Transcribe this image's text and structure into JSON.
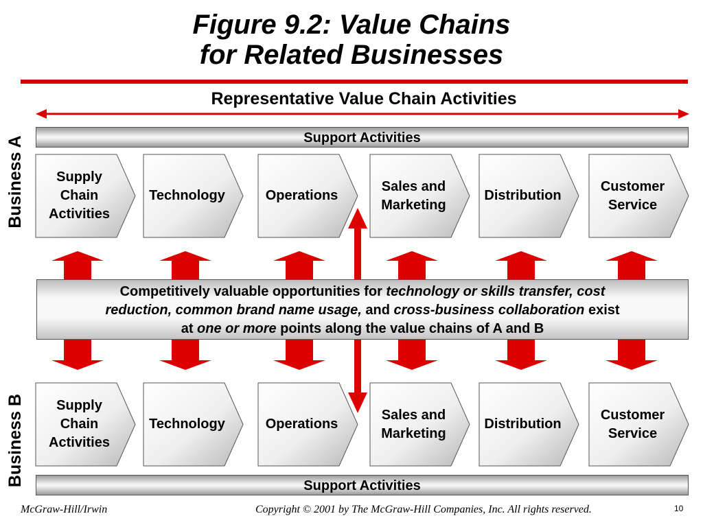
{
  "title": {
    "line1": "Figure  9.2:  Value  Chains",
    "line2": "for  Related  Businesses"
  },
  "subtitle": "Representative Value Chain Activities",
  "business_a_label": "Business A",
  "business_b_label": "Business B",
  "support_label": "Support Activities",
  "activities": [
    {
      "name": "supply-chain",
      "lines": [
        "Supply",
        "Chain",
        "Activities"
      ]
    },
    {
      "name": "technology",
      "lines": [
        "Technology"
      ]
    },
    {
      "name": "operations",
      "lines": [
        "Operations"
      ]
    },
    {
      "name": "sales-marketing",
      "lines": [
        "Sales and",
        "Marketing"
      ]
    },
    {
      "name": "distribution",
      "lines": [
        "Distribution"
      ]
    },
    {
      "name": "customer-service",
      "lines": [
        "Customer",
        "Service"
      ]
    }
  ],
  "center_text": {
    "l1_a": "Competitively valuable opportunities for ",
    "l1_b": "technology or skills transfer, cost",
    "l2_a": "reduction, common brand name usage,",
    "l2_b": " and ",
    "l2_c": "cross-business collaboration",
    "l2_d": " exist",
    "l3_a": "at ",
    "l3_b": "one or more",
    "l3_c": " points along the value chains of A and B"
  },
  "footer": {
    "publisher": "McGraw-Hill/Irwin",
    "copyright": "Copyright © 2001 by The McGraw-Hill Companies, Inc.  All rights reserved.",
    "page": "10"
  },
  "colors": {
    "accent_red": "#d40000",
    "arrow_red": "#dd0000"
  },
  "icons": [
    "double-headed-horizontal-arrow",
    "double-headed-vertical-arrow",
    "chevron-shape"
  ]
}
